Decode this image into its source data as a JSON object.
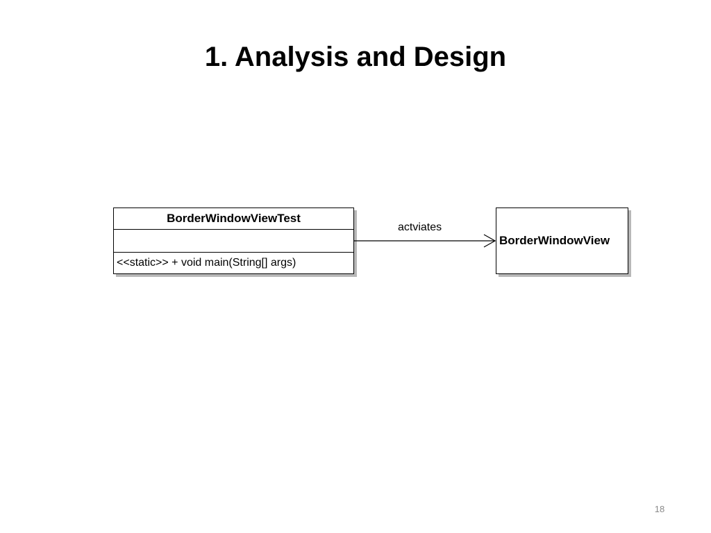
{
  "slide": {
    "title": "1. Analysis and Design",
    "page_number": "18"
  },
  "diagram": {
    "classes": [
      {
        "name": "BorderWindowViewTest",
        "attributes": [],
        "operations": [
          "<<static>> + void main(String[] args)"
        ]
      },
      {
        "name": "BorderWindowView",
        "attributes": [],
        "operations": []
      }
    ],
    "associations": [
      {
        "from": "BorderWindowViewTest",
        "to": "BorderWindowView",
        "label": "actviates",
        "arrow": "open"
      }
    ]
  }
}
